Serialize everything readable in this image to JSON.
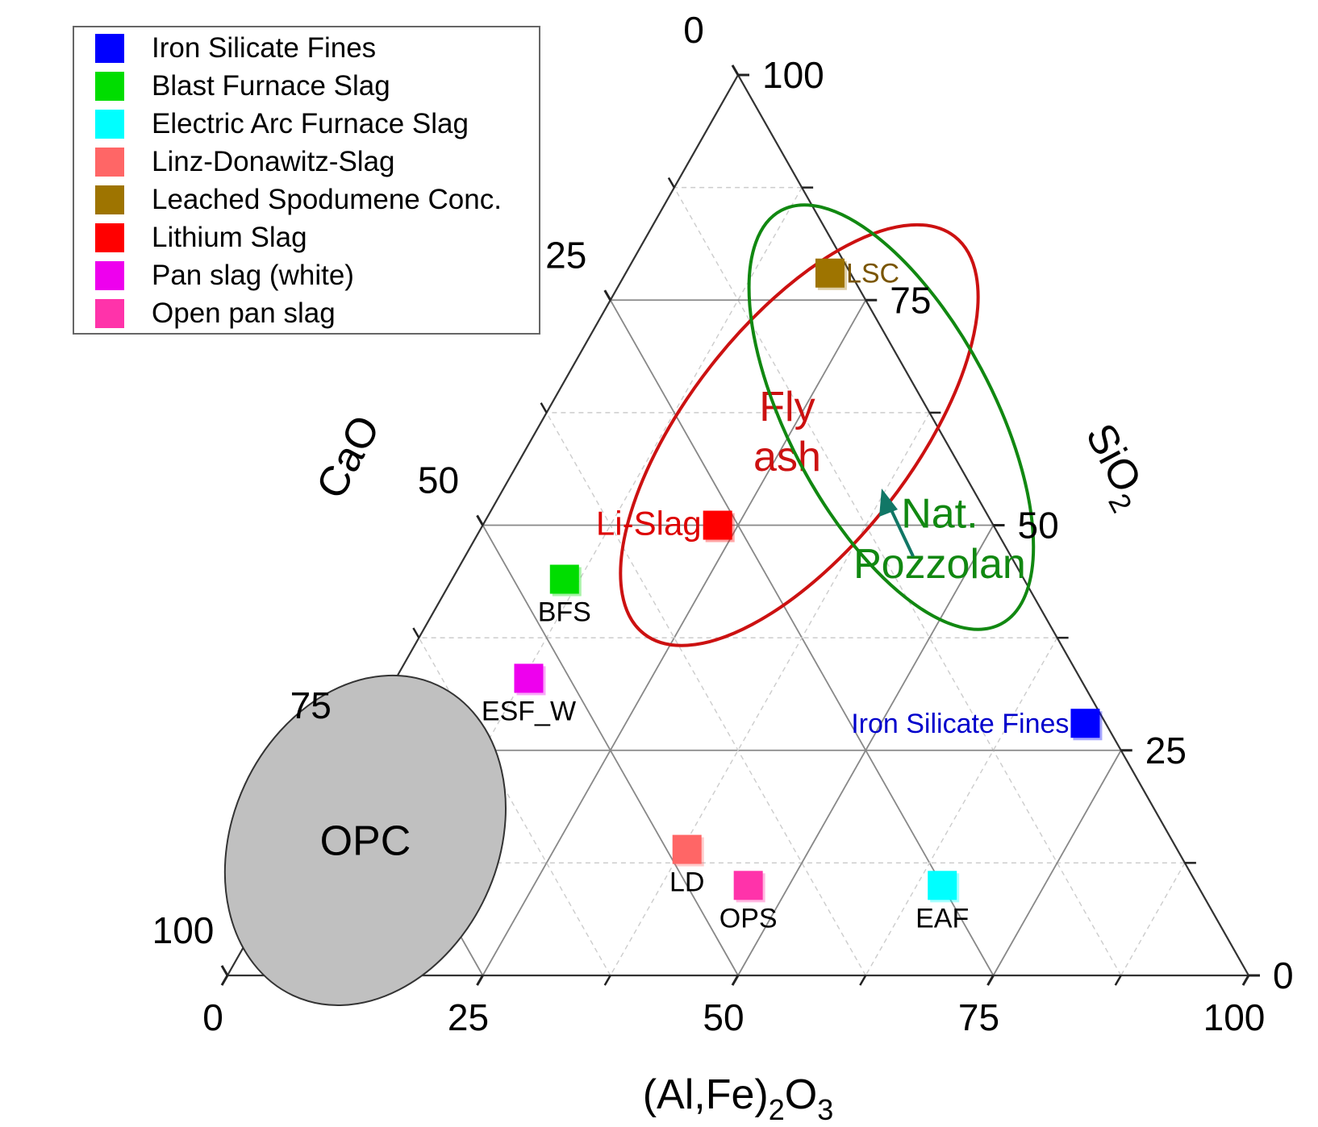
{
  "chart_data": {
    "type": "ternary-scatter",
    "axes": {
      "left": {
        "label": "CaO",
        "ticks": [
          "0",
          "25",
          "50",
          "75",
          "100"
        ]
      },
      "right": {
        "label_main": "SiO",
        "label_sub": "2",
        "ticks": [
          "0",
          "25",
          "50",
          "75",
          "100"
        ]
      },
      "bottom": {
        "label_main": "(Al,Fe)",
        "label_sub1": "2",
        "label_mid": "O",
        "label_sub2": "3",
        "ticks": [
          "0",
          "25",
          "50",
          "75",
          "100"
        ]
      }
    },
    "grid": true,
    "legend": {
      "placement": "top-left",
      "entries": [
        {
          "name": "Iron Silicate Fines",
          "color": "#0000ff"
        },
        {
          "name": "Blast Furnace Slag",
          "color": "#00dd00"
        },
        {
          "name": "Electric Arc Furnace Slag",
          "color": "#00ffff"
        },
        {
          "name": "Linz-Donawitz-Slag",
          "color": "#ff6666"
        },
        {
          "name": "Leached Spodumene Conc.",
          "color": "#9e7400"
        },
        {
          "name": "Lithium Slag",
          "color": "#ff0000"
        },
        {
          "name": "Pan slag (white)",
          "color": "#ee00ee"
        },
        {
          "name": "Open pan slag",
          "color": "#ff33aa"
        }
      ]
    },
    "points": [
      {
        "label": "LSC",
        "label_color": "#7a5500",
        "color": "#9e7400",
        "label_pos": "right",
        "cao": 2,
        "sio2": 78,
        "alfe": 20
      },
      {
        "label": "Li-Slag",
        "label_color": "#dd0000",
        "color": "#ff0000",
        "label_pos": "left",
        "cao": 27,
        "sio2": 50,
        "alfe": 23
      },
      {
        "label": "BFS",
        "label_color": "#000000",
        "color": "#00dd00",
        "label_pos": "below",
        "cao": 45,
        "sio2": 44,
        "alfe": 11
      },
      {
        "label": "ESF_W",
        "label_color": "#000000",
        "color": "#ee00ee",
        "label_pos": "below",
        "cao": 54,
        "sio2": 33,
        "alfe": 13
      },
      {
        "label": "Iron Silicate Fines",
        "label_color": "#0000cc",
        "color": "#0000ff",
        "label_pos": "left",
        "cao": 2,
        "sio2": 28,
        "alfe": 70
      },
      {
        "label": "LD",
        "label_color": "#000000",
        "color": "#ff6666",
        "label_pos": "below",
        "cao": 48,
        "sio2": 14,
        "alfe": 38
      },
      {
        "label": "OPS",
        "label_color": "#000000",
        "color": "#ff33aa",
        "label_pos": "below",
        "cao": 44,
        "sio2": 10,
        "alfe": 46
      },
      {
        "label": "EAF",
        "label_color": "#000000",
        "color": "#00ffff",
        "label_pos": "below",
        "cao": 25,
        "sio2": 10,
        "alfe": 65
      }
    ],
    "regions": [
      {
        "label": "OPC",
        "label_lines": [
          "OPC"
        ],
        "fill": "#c0c0c0",
        "stroke": "#333333",
        "text_color": "#000000",
        "cao": 79,
        "sio2": 15,
        "alfe": 6,
        "rx_units": 13,
        "ry_units": 19,
        "rotate": 25
      },
      {
        "label": "Fly ash",
        "label_lines": [
          "Fly",
          "ash"
        ],
        "fill": "none",
        "stroke": "#cc1111",
        "text_color": "#cc1111",
        "cao": 14,
        "sio2": 60,
        "alfe": 26,
        "rx_units": 11,
        "ry_units": 28,
        "rotate": 38
      },
      {
        "label": "Nat. Pozzolan",
        "label_lines": [
          "Nat.",
          "Pozzolan"
        ],
        "fill": "none",
        "stroke": "#118811",
        "text_color": "#118811",
        "cao": 4,
        "sio2": 62,
        "alfe": 34,
        "rx_units": 10,
        "ry_units": 26,
        "rotate": -28
      }
    ]
  }
}
